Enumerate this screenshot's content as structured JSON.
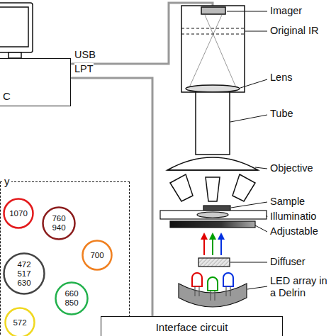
{
  "diagram": {
    "nodes": [
      {
        "text": [
          "C"
        ]
      },
      {
        "text": [
          "y"
        ]
      },
      {
        "text": [
          "1070"
        ],
        "in": 1
      },
      {
        "text": [
          "760 940"
        ],
        "in": 1
      },
      {
        "text": [
          "472 517 630"
        ],
        "in": 1
      },
      {
        "text": [
          "700"
        ],
        "in": 1
      },
      {
        "text": [
          "660 850"
        ],
        "in": 1
      },
      {
        "text": [
          "572"
        ],
        "in": 1
      },
      {
        "text": [
          "Interface circuit"
        ]
      }
    ],
    "edges": [
      {
        "from": 0,
        "to": 8,
        "label": "LPT",
        "arrow": "none"
      }
    ],
    "labels": [
      "Imager",
      "Original IR",
      "USB",
      "Lens",
      "Tube",
      "Objective",
      "Sample",
      "Illuminatio",
      "Adjustable",
      "Diffuser",
      "LED array in a Delrin"
    ]
  }
}
